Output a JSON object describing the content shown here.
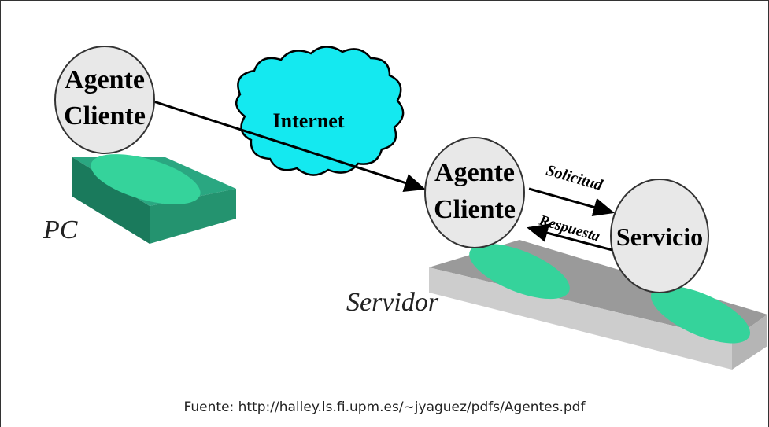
{
  "nodes": {
    "client_pc": {
      "line1": "Agente",
      "line2": "Cliente"
    },
    "client_server": {
      "line1": "Agente",
      "line2": "Cliente"
    },
    "service": {
      "label": "Servicio"
    }
  },
  "cloud": {
    "label": "Internet"
  },
  "labels": {
    "pc": "PC",
    "server": "Servidor",
    "request": "Solicitud",
    "response": "Respuesta"
  },
  "source": "Fuente: http://halley.ls.fi.upm.es/~jyaguez/pdfs/Agentes.pdf",
  "colors": {
    "pc_block_top": "#2aa781",
    "pc_block_side": "#1a7a5c",
    "mint": "#35d39b",
    "cloud": "#14e9f0",
    "platform_top": "#9a9a9a",
    "platform_front": "#cdcdcd",
    "node_fill": "#e8e8e8"
  }
}
